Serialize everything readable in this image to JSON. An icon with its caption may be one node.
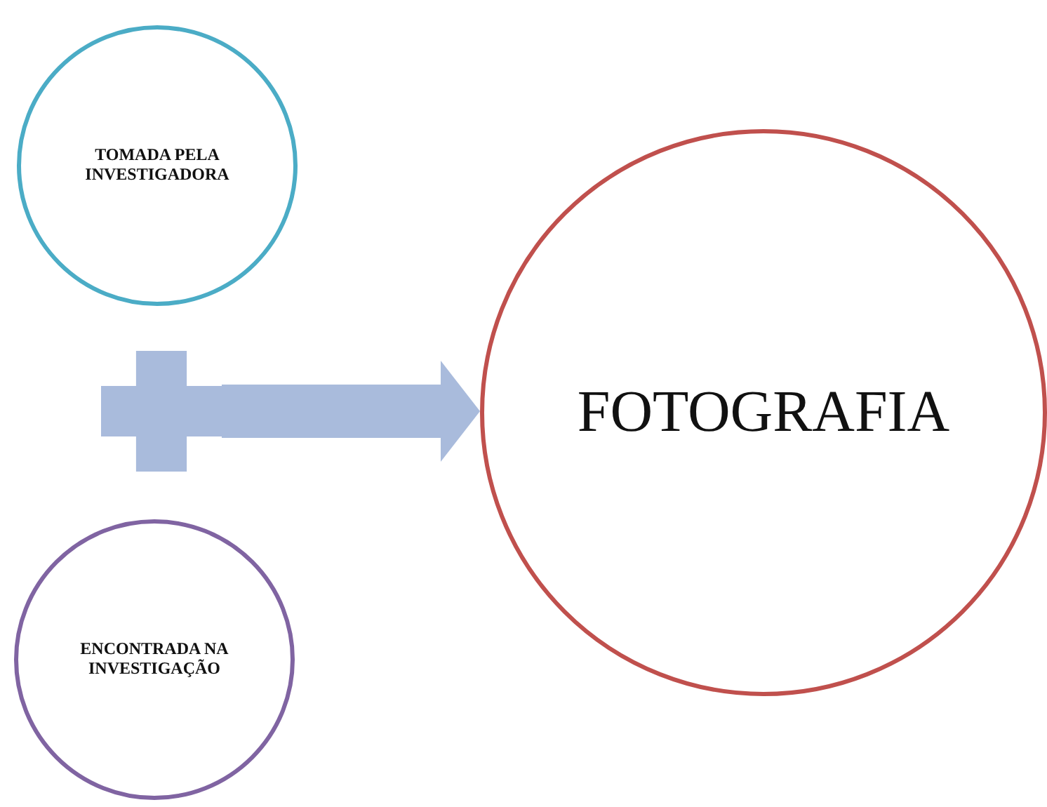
{
  "diagram": {
    "nodes": [
      {
        "text": [
          "TOMADA PELA INVESTIGADORA"
        ]
      },
      {
        "text": [],
        "shape": "cross"
      },
      {
        "text": [
          "ENCONTRADA NA INVESTIGAÇÃO"
        ]
      },
      {
        "text": [
          "FOTOGRAFIA"
        ]
      }
    ],
    "edges": [
      {
        "from": 1,
        "to": 3,
        "arrow": "to"
      }
    ]
  }
}
